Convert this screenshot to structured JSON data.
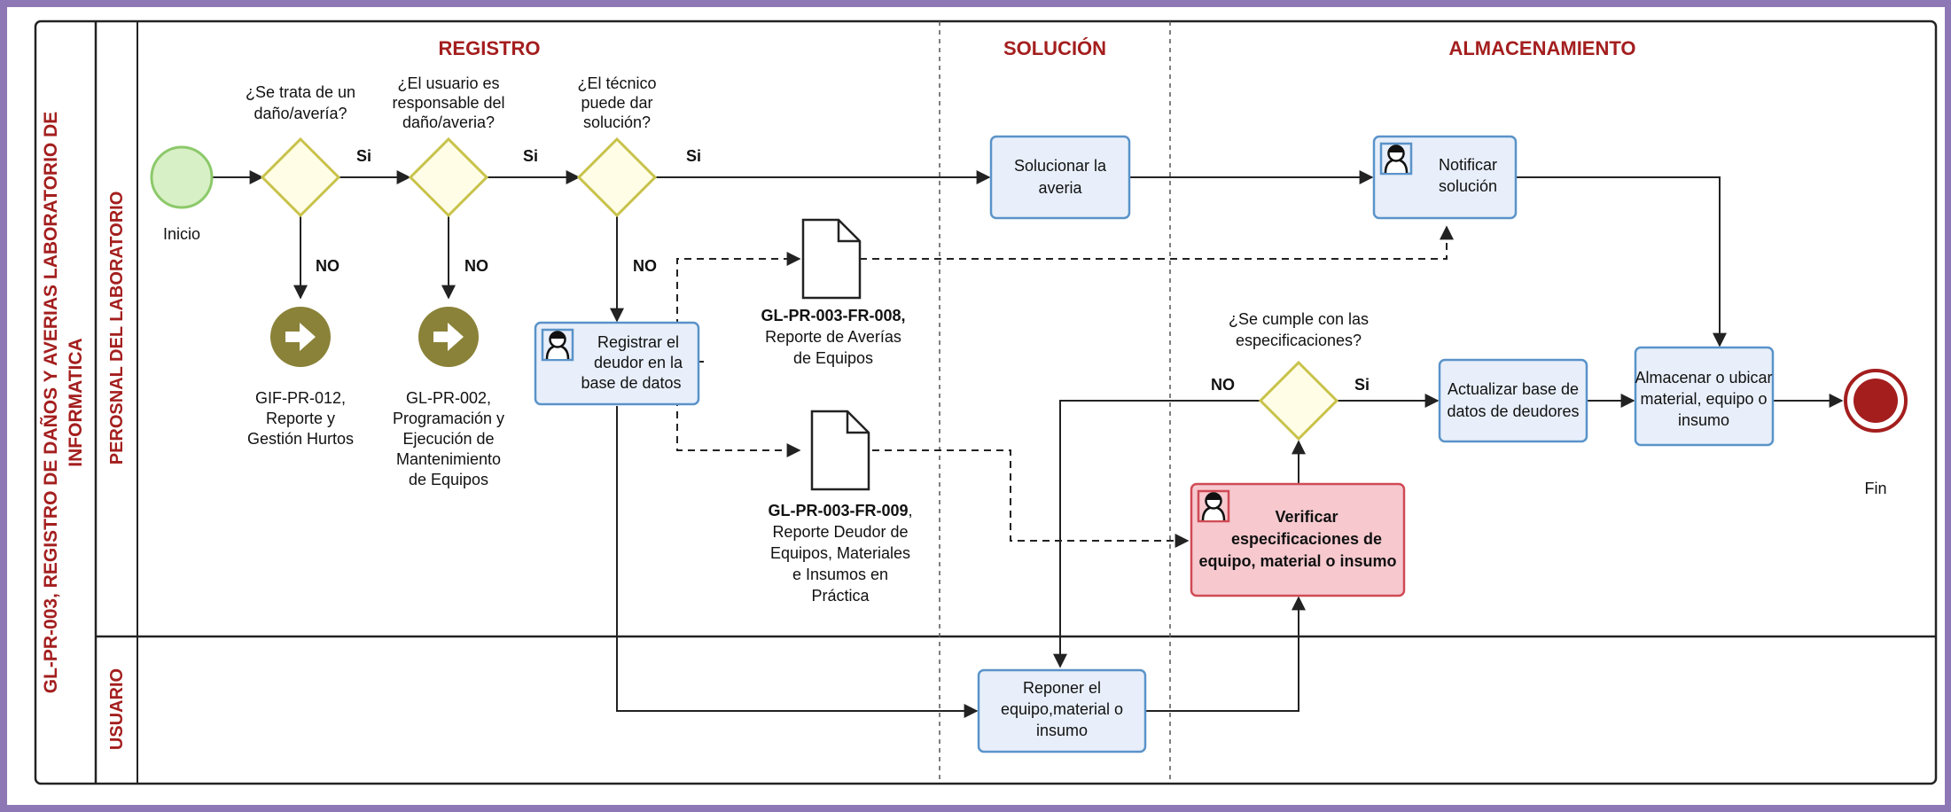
{
  "diagram": {
    "pool_title_line1": "GL-PR-003, REGISTRO DE DAÑOS Y AVERIAS LABORATORIO DE",
    "pool_title_line2": "INFORMATICA",
    "lanes": {
      "personal": "PEROSNAL DEL LABORATORIO",
      "usuario": "USUARIO"
    },
    "phases": {
      "registro": "REGISTRO",
      "solucion": "SOLUCIÓN",
      "almacenamiento": "ALMACENAMIENTO"
    },
    "events": {
      "start": "Inicio",
      "end": "Fin"
    },
    "gateways": {
      "g1": {
        "question": [
          "¿Se trata de un",
          "daño/avería?"
        ],
        "yes": "Si",
        "no": "NO"
      },
      "g2": {
        "question": [
          "¿El usuario es",
          "responsable del",
          "daño/averia?"
        ],
        "yes": "Si",
        "no": "NO"
      },
      "g3": {
        "question": [
          "¿El técnico",
          "puede dar",
          "solución?"
        ],
        "yes": "Si",
        "no": "NO"
      },
      "g4": {
        "question": [
          "¿Se cumple con las",
          "especificaciones?"
        ],
        "yes": "Si",
        "no": "NO"
      }
    },
    "links": {
      "l1": [
        "GIF-PR-012,",
        "Reporte y",
        "Gestión Hurtos"
      ],
      "l2": [
        "GL-PR-002,",
        "Programación y",
        "Ejecución de",
        "Mantenimiento",
        "de Equipos"
      ]
    },
    "tasks": {
      "solucionar": [
        "Solucionar la",
        "averia"
      ],
      "notificar": [
        "Notificar",
        "solución"
      ],
      "registrar": [
        "Registrar el",
        "deudor en la",
        "base de datos"
      ],
      "actualizar": [
        "Actualizar base de",
        "datos de deudores"
      ],
      "almacenar": [
        "Almacenar o ubicar",
        "material, equipo o",
        "insumo"
      ],
      "verificar": [
        "Verificar",
        "especificaciones de",
        "equipo, material o insumo"
      ],
      "reponer": [
        "Reponer el",
        "equipo,material o",
        "insumo"
      ]
    },
    "documents": {
      "d1": {
        "code": "GL-PR-003-FR-008,",
        "lines": [
          "Reporte de Averías",
          "de Equipos"
        ]
      },
      "d2": {
        "code": "GL-PR-003-FR-009",
        "code_suffix": ",",
        "lines": [
          "Reporte Deudor de",
          "Equipos, Materiales",
          "e Insumos en",
          "Práctica"
        ]
      }
    },
    "colors": {
      "phase_title": "#a41e1e",
      "start_fill": "#d8f0c6",
      "start_stroke": "#8cc96a",
      "end_stroke": "#a41e1e",
      "link_fill": "#8a8238",
      "task_fill": "#e8effa",
      "task_stroke": "#5a93c9",
      "task_alert_fill": "#f7c9cf",
      "gateway_fill": "#fffde6"
    }
  }
}
